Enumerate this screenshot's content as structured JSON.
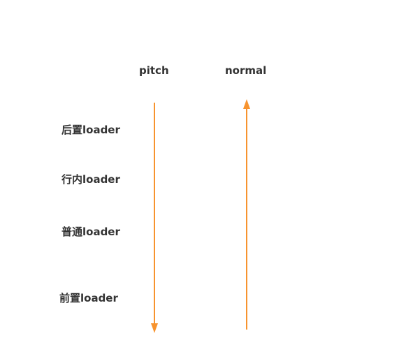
{
  "columns": {
    "pitch": "pitch",
    "normal": "normal"
  },
  "loaders": [
    {
      "label": "后置loader"
    },
    {
      "label": "行内loader"
    },
    {
      "label": "普通loader"
    },
    {
      "label": "前置loader"
    }
  ],
  "arrows": {
    "pitch": {
      "direction": "down"
    },
    "normal": {
      "direction": "up"
    }
  },
  "colors": {
    "arrow": "#F7932E",
    "text": "#333333"
  }
}
